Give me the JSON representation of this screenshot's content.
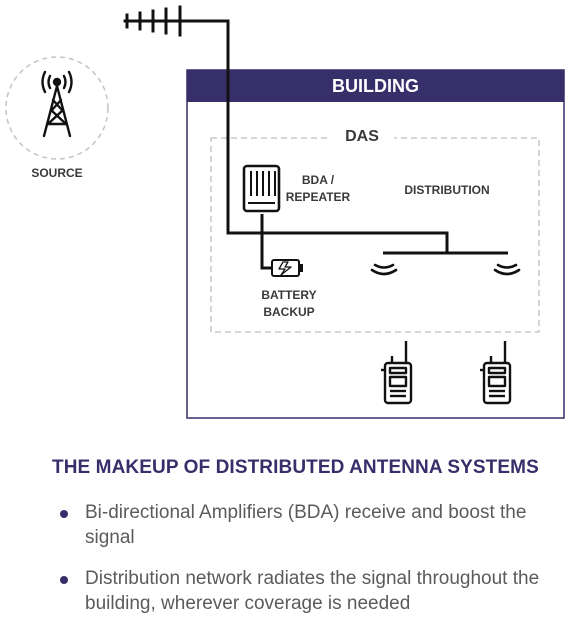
{
  "diagram": {
    "source_label": "SOURCE",
    "building_label": "BUILDING",
    "das_label": "DAS",
    "bda_label_line1": "BDA /",
    "bda_label_line2": "REPEATER",
    "distribution_label": "DISTRIBUTION",
    "battery_label_line1": "BATTERY",
    "battery_label_line2": "BACKUP",
    "icons": [
      "cell-tower-icon",
      "antenna-icon",
      "bda-repeater-icon",
      "battery-icon",
      "broadcast-antenna-icon",
      "radio-icon"
    ]
  },
  "colors": {
    "accent": "#372f6a",
    "line": "#111111",
    "dashed": "#bdbdbd"
  },
  "article": {
    "heading": "THE MAKEUP OF DISTRIBUTED ANTENNA SYSTEMS",
    "bullets": [
      "Bi-directional Amplifiers (BDA) receive and boost the signal",
      "Distribution network radiates the signal throughout the building, wherever coverage is needed"
    ]
  }
}
